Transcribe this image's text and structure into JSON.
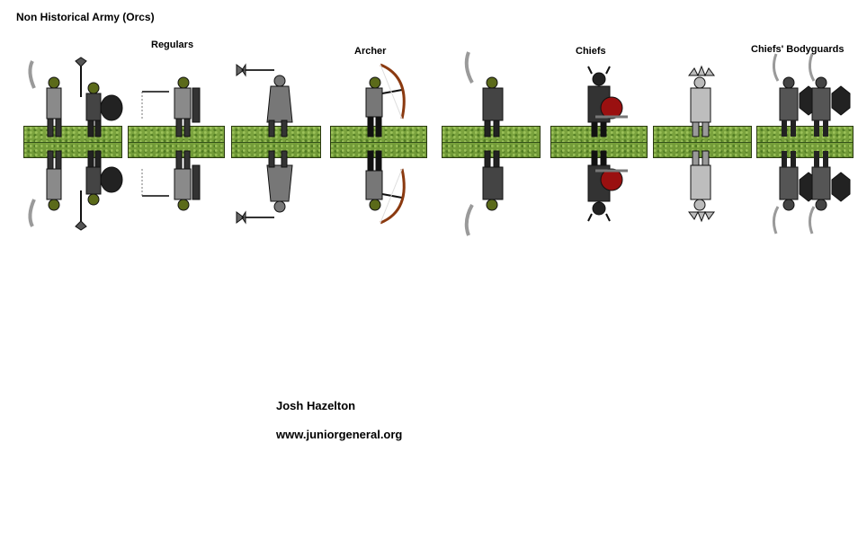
{
  "title": "Non Historical Army (Orcs)",
  "labels": {
    "regulars": "Regulars",
    "archer": "Archer",
    "chiefs": "Chiefs",
    "bodyguards": "Chiefs' Bodyguards"
  },
  "credits": {
    "author": "Josh Hazelton",
    "website": "www.juniorgeneral.org"
  },
  "colors": {
    "grass": "#7ea640",
    "skin": "#8a9a2a",
    "armor_dark": "#3a3a3a",
    "armor_mid": "#777777",
    "armor_light": "#bdbdbd",
    "shield_red": "#9a1010",
    "bow_brown": "#8b3a10"
  },
  "units": [
    {
      "group": "regulars",
      "figures": [
        "orc-sword-mail",
        "orc-axe-shield"
      ]
    },
    {
      "group": "regulars",
      "figures": [
        "orc-flail"
      ]
    },
    {
      "group": "regulars",
      "figures": [
        "orc-axe-raised"
      ]
    },
    {
      "group": "archer",
      "figures": [
        "orc-archer"
      ]
    },
    {
      "group": "archer",
      "figures": [
        "orc-sword-dark"
      ]
    },
    {
      "group": "chiefs",
      "figures": [
        "orc-chief-horned"
      ]
    },
    {
      "group": "chiefs",
      "figures": [
        "orc-chief-spiked"
      ]
    },
    {
      "group": "bodyguards",
      "figures": [
        "orc-bodyguard",
        "orc-bodyguard"
      ]
    }
  ]
}
